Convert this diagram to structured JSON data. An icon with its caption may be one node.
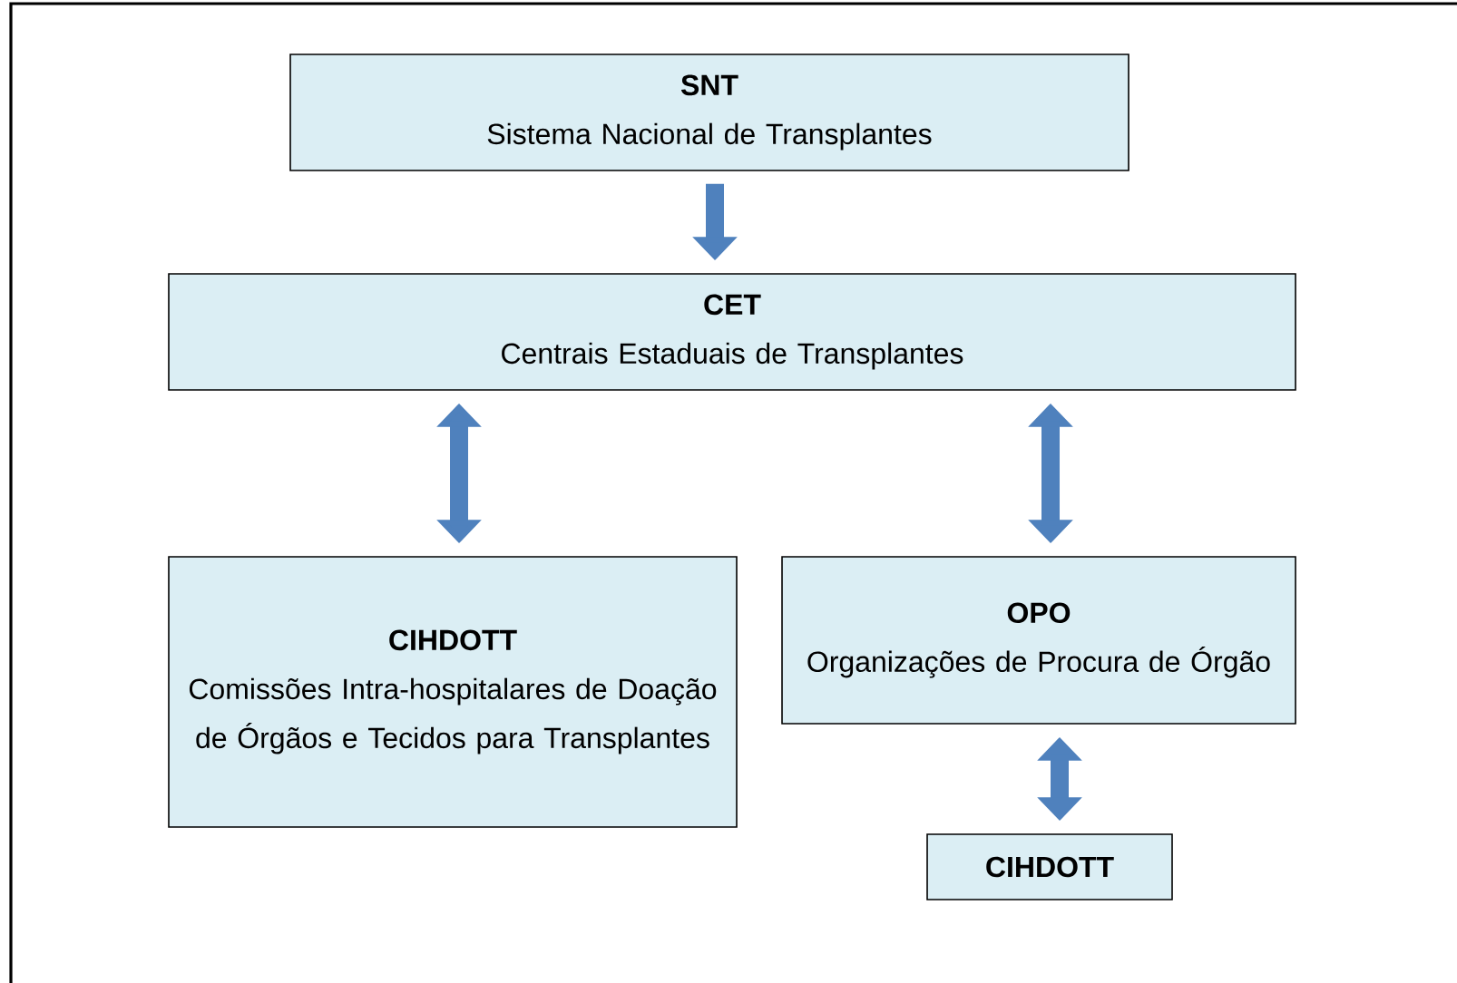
{
  "diagram": {
    "nodes": [
      {
        "text": [
          "SNT",
          "Sistema Nacional de Transplantes"
        ]
      },
      {
        "text": [
          "CET",
          "Centrais Estaduais de Transplantes"
        ]
      },
      {
        "text": [
          "CIHDOTT",
          "Comissões Intra-hospitalares de Doação de Órgãos e Tecidos para Transplantes"
        ]
      },
      {
        "text": [
          "OPO",
          "Organizações de Procura de Órgão"
        ]
      },
      {
        "text": [
          "CIHDOTT"
        ]
      }
    ],
    "edges": [
      {
        "from": 0,
        "to": 1,
        "arrow": "to"
      },
      {
        "from": 1,
        "to": 2,
        "arrow": "both"
      },
      {
        "from": 1,
        "to": 3,
        "arrow": "both"
      },
      {
        "from": 3,
        "to": 4,
        "arrow": "both"
      }
    ]
  }
}
